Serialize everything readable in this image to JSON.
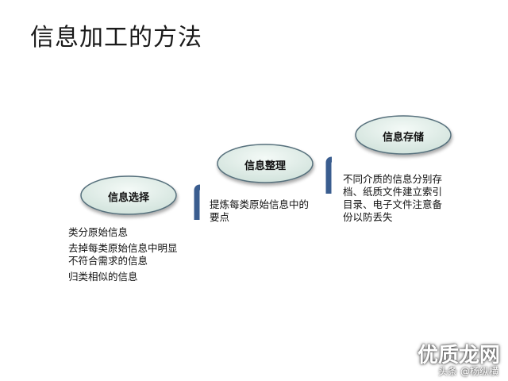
{
  "title": "信息加工的方法",
  "steps": [
    {
      "label": "信息选择",
      "items": [
        "类分原始信息",
        "去掉每类原始信息中明显",
        "不符合需求的信息",
        "归类相似的信息"
      ]
    },
    {
      "label": "信息整理",
      "items": [
        "提炼每类原始信息中的",
        "要点"
      ]
    },
    {
      "label": "信息存储",
      "items": [
        "不同介质的信息分别存",
        "档、纸质文件建立索引",
        "目录、电子文件注意备",
        "份以防丢失"
      ]
    }
  ],
  "watermark": {
    "brand": "优质龙网",
    "text": "头条 @杨纵横"
  },
  "colors": {
    "stair_top": "#3a5d8f",
    "stair_shadow": "#a9bcd6",
    "ellipse_fill": "#e3efea",
    "ellipse_stroke": "#5a6f7a"
  }
}
